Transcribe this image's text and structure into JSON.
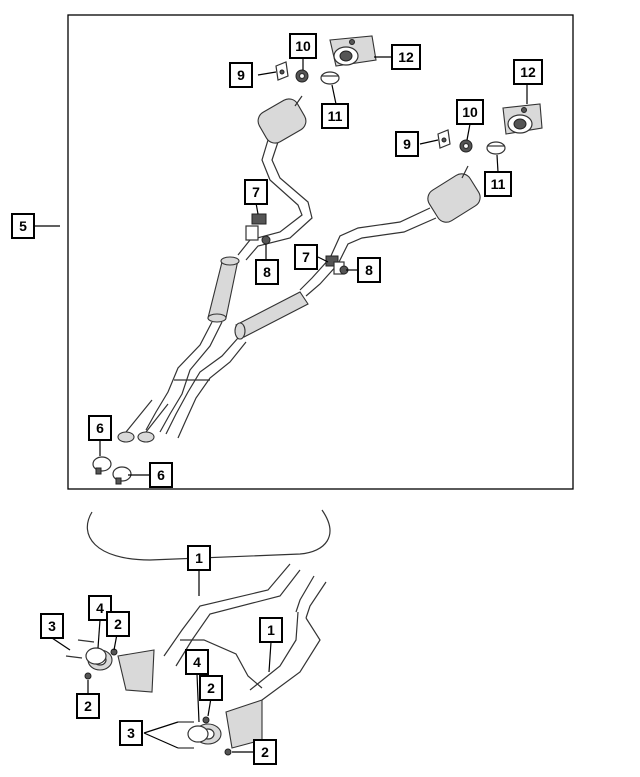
{
  "callouts": {
    "c1": "1",
    "c2": "2",
    "c3": "3",
    "c4": "4",
    "c5": "5",
    "c6": "6",
    "c7": "7",
    "c8": "8",
    "c9": "9",
    "c10": "10",
    "c11": "11",
    "c12": "12"
  },
  "colors": {
    "line": "#000000",
    "part_fill": "#ffffff",
    "shading": "#d9d9d9"
  }
}
